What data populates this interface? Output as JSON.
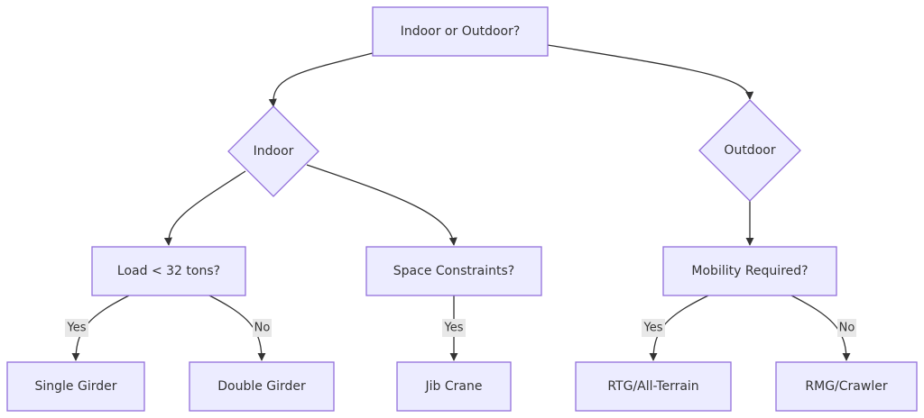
{
  "nodes": {
    "root": "Indoor or Outdoor?",
    "indoor": "Indoor",
    "outdoor": "Outdoor",
    "load": "Load < 32 tons?",
    "space": "Space Constraints?",
    "mobility": "Mobility Required?",
    "single": "Single Girder",
    "double": "Double Girder",
    "jib": "Jib Crane",
    "rtg": "RTG/All-Terrain",
    "rmg": "RMG/Crawler"
  },
  "edge_labels": {
    "load_single": "Yes",
    "load_double": "No",
    "space_jib": "Yes",
    "mobility_rtg": "Yes",
    "mobility_rmg": "No"
  }
}
